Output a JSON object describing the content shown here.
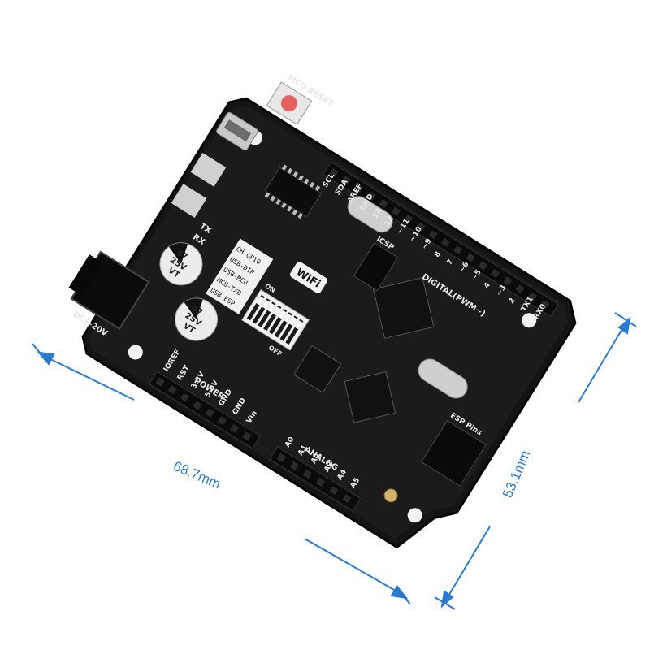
{
  "dimensions": {
    "width": "68.7mm",
    "depth": "53.1mm"
  },
  "board": {
    "reset_label": "MCU RESET",
    "wifi_label": "WiFi",
    "esp_pins_label": "ESP Pins",
    "dc_label": "DC9-20V",
    "rx_label": "RX",
    "tx_label": "TX",
    "dip_on_label": "ON",
    "dip_off_label": "OFF",
    "digital_label": "DIGITAL(PWM~)",
    "analog_label": "ANALOG",
    "power_label": "POWER",
    "icsp_label": "ICSP",
    "cap1": [
      "47",
      "25V",
      "VT"
    ],
    "cap2": [
      "47",
      "25V",
      "VT"
    ],
    "top_header_pins": [
      "SCL",
      "SDA",
      "AREF",
      "GND",
      "13",
      "12",
      "~11",
      "~10",
      "~9",
      "8",
      "7",
      "~6",
      "~5",
      "4",
      "~3",
      "2",
      "TX1",
      "RX0"
    ],
    "power_pins": [
      "IOREF",
      "RST",
      "3.3V",
      "5.0V",
      "GND",
      "GND",
      "Vin"
    ],
    "analog_pins": [
      "A0",
      "A1",
      "A2",
      "A3",
      "A4",
      "A5"
    ],
    "mode_table": [
      "CH-GPIO",
      "USB-DIP",
      "USB-MCU",
      "MCU-TXD",
      "USB-ESP"
    ]
  }
}
